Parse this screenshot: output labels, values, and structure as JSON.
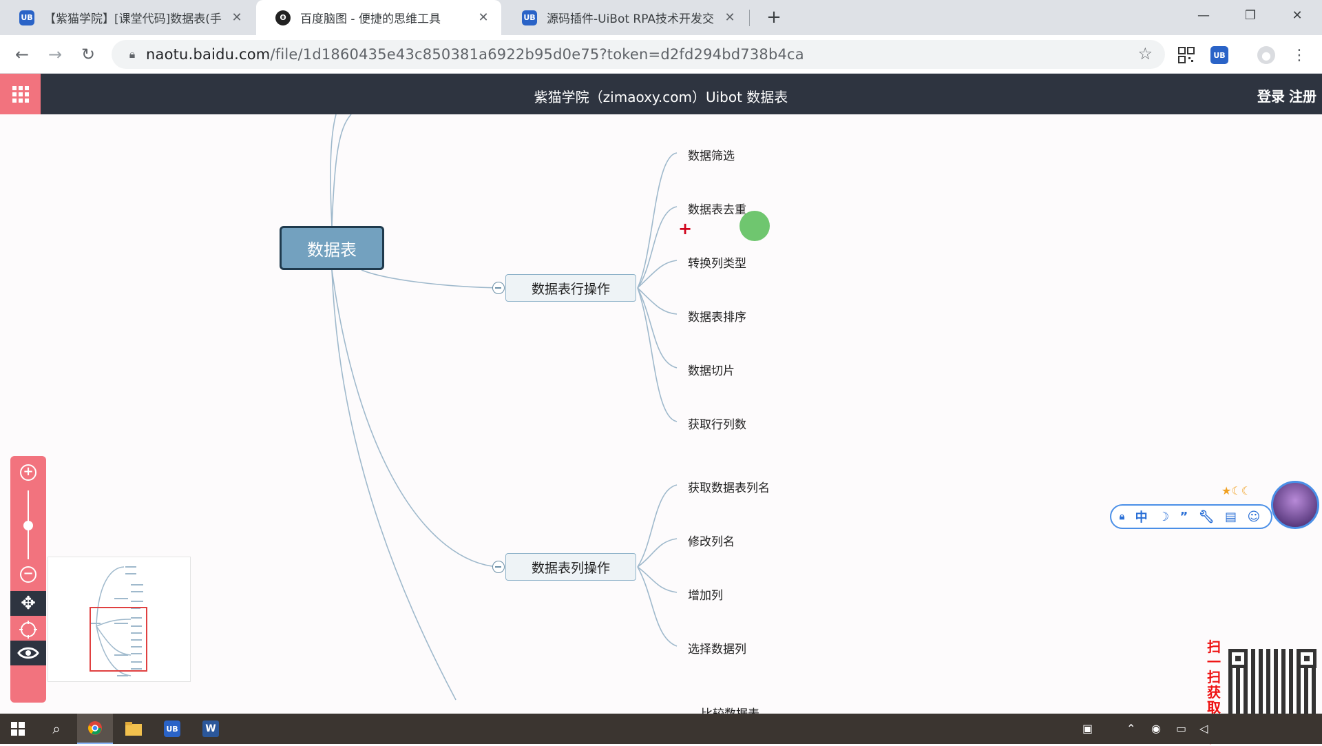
{
  "tabs": [
    {
      "favicon": "UB",
      "title": "【紫猫学院】[课堂代码]数据表(手"
    },
    {
      "favicon": "owl",
      "title": "百度脑图 - 便捷的思维工具"
    },
    {
      "favicon": "UB",
      "title": "源码插件-UiBot RPA技术开发交"
    }
  ],
  "address": {
    "host": "naotu.baidu.com",
    "path": "/file/1d1860435e43c850381a6922b95d0e75?token=d2fd294bd738b4ca"
  },
  "app": {
    "title": "紫猫学院（zimaoxy.com）Uibot 数据表",
    "login": "登录",
    "register": "注册"
  },
  "mindmap": {
    "root": "数据表",
    "branches": [
      {
        "label": "数据表行操作",
        "children": [
          "数据筛选",
          "数据表去重",
          "转换列类型",
          "数据表排序",
          "数据切片",
          "获取行列数"
        ]
      },
      {
        "label": "数据表列操作",
        "children": [
          "获取数据表列名",
          "修改列名",
          "增加列",
          "选择数据列"
        ]
      }
    ],
    "partial_next": "比较数据表"
  },
  "ime": {
    "lang": "中"
  },
  "promo": {
    "text": "扫一扫获取教程"
  },
  "colors": {
    "header": "#2e3440",
    "accent": "#f2737e",
    "root_fill": "#73a1bf",
    "link": "#9fb9cc"
  }
}
